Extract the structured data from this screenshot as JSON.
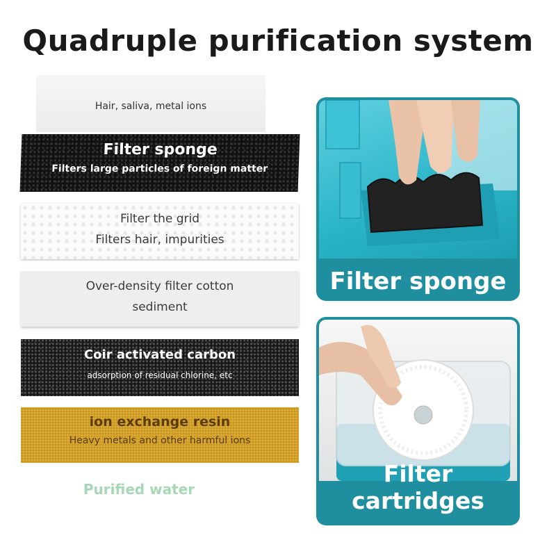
{
  "title": "Quadruple purification system",
  "layers": {
    "top": "Hair, saliva, metal ions",
    "sponge": {
      "name": "Filter sponge",
      "desc": "Filters large particles of foreign matter"
    },
    "grid": {
      "name": "Filter the grid",
      "desc": "Filters hair, impurities"
    },
    "cotton": {
      "name": "Over-density filter cotton",
      "desc": "sediment"
    },
    "carbon": {
      "name": "Coir activated carbon",
      "desc": "adsorption of residual chlorine, etc"
    },
    "resin": {
      "name": "ion exchange resin",
      "desc": "Heavy metals and other harmful ions"
    }
  },
  "purified": "Purified water",
  "cards": {
    "sponge_label": "Filter sponge",
    "cartridge_label": "Filter cartridges"
  },
  "colors": {
    "card_teal": "#1f8fa0",
    "purified_green": "#a6d8b5",
    "resin_gold": "#dcab3a"
  }
}
